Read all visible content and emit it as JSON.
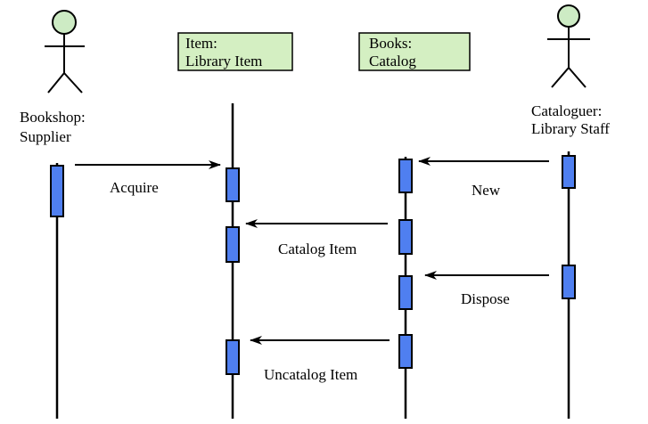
{
  "diagram": {
    "type": "uml-sequence-diagram",
    "colors": {
      "activation_fill": "#4f7ff0",
      "object_box_fill": "#d4efc2",
      "actor_head_fill": "#cdebc4",
      "line": "#000000"
    },
    "participants": [
      {
        "id": "supplier",
        "kind": "actor",
        "name_line1": "Bookshop:",
        "name_line2": "Supplier"
      },
      {
        "id": "item",
        "kind": "object",
        "name_line1": "Item:",
        "name_line2": "Library Item"
      },
      {
        "id": "books",
        "kind": "object",
        "name_line1": "Books:",
        "name_line2": "Catalog"
      },
      {
        "id": "cataloguer",
        "kind": "actor",
        "name_line1": "Cataloguer:",
        "name_line2": "Library Staff"
      }
    ],
    "messages": [
      {
        "from": "supplier",
        "to": "item",
        "label": "Acquire"
      },
      {
        "from": "cataloguer",
        "to": "books",
        "label": "New"
      },
      {
        "from": "books",
        "to": "item",
        "label": "Catalog Item"
      },
      {
        "from": "cataloguer",
        "to": "books",
        "label": "Dispose"
      },
      {
        "from": "books",
        "to": "item",
        "label": "Uncatalog Item"
      }
    ]
  }
}
